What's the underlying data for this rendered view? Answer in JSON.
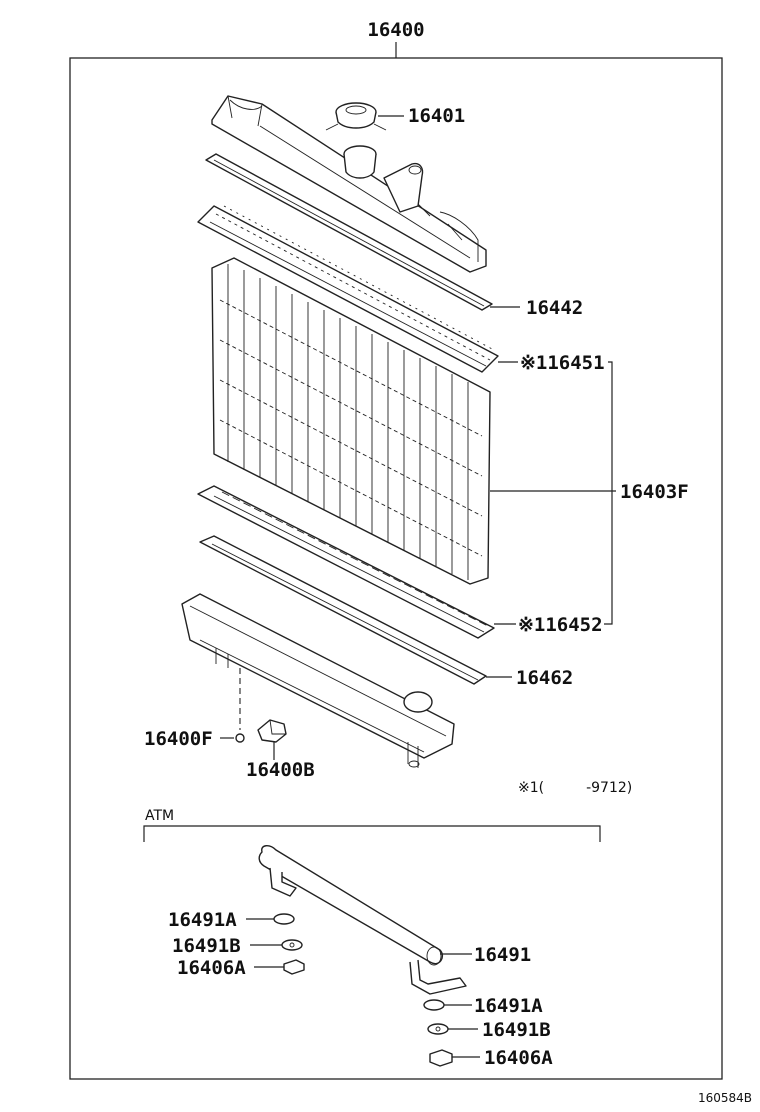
{
  "assembly_number": "16400",
  "callouts": {
    "cap": "16401",
    "upper_gasket": "16442",
    "upper_plate": "※116451",
    "core": "16403F",
    "lower_plate": "※116452",
    "lower_gasket": "16462",
    "drain_oring": "16400F",
    "drain_cock": "16400B"
  },
  "footnote": "※1(　　　-9712)",
  "atm_section": {
    "label": "ATM",
    "callouts": {
      "cooler_pipe": "16491",
      "washer_a_left": "16491A",
      "washer_b_left": "16491B",
      "nut_left": "16406A",
      "washer_a_right": "16491A",
      "washer_b_right": "16491B",
      "nut_right": "16406A"
    }
  },
  "drawing_reference": "160584B"
}
